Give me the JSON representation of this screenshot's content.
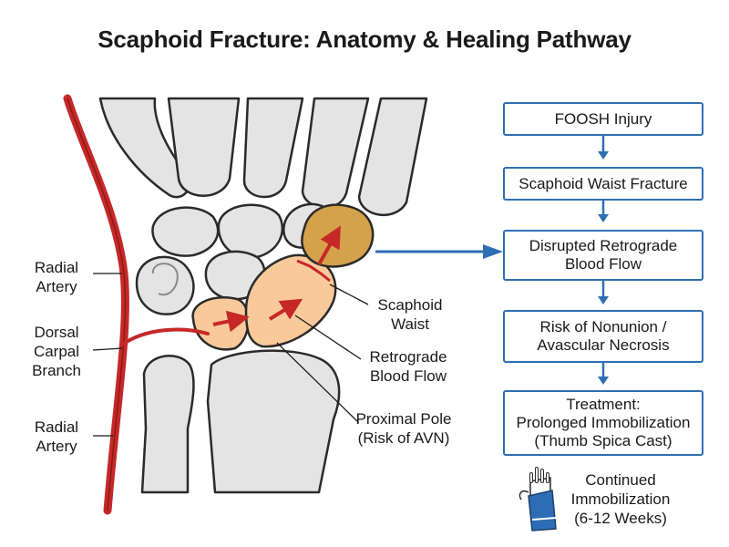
{
  "title": "Scaphoid Fracture: Anatomy & Healing Pathway",
  "labels": {
    "radial_artery_top": "Radial\nArtery",
    "dorsal_carpal_branch": "Dorsal\nCarpal\nBranch",
    "radial_artery_bottom": "Radial\nArtery",
    "scaphoid_waist": "Scaphoid\nWaist",
    "retrograde_blood_flow": "Retrograde\nBlood Flow",
    "proximal_pole": "Proximal Pole\n(Risk of AVN)"
  },
  "flowchart": {
    "steps": [
      "FOOSH Injury",
      "Scaphoid Waist Fracture",
      "Disrupted Retrograde\nBlood Flow",
      "Risk of Nonunion /\nAvascular Necrosis",
      "Treatment:\nProlonged Immobilization\n(Thumb Spica Cast)"
    ],
    "final_note": "Continued\nImmobilization\n(6-12 Weeks)"
  },
  "colors": {
    "artery": "#c62828",
    "bone_fill": "#e4e4e4",
    "scaphoid_fill": "#f9c99a",
    "proximal_pole_fill": "#d4a24a",
    "flow_blue": "#2e6fb3",
    "cast_blue": "#2d6db5"
  },
  "icons": [
    "hand-cast-icon"
  ]
}
